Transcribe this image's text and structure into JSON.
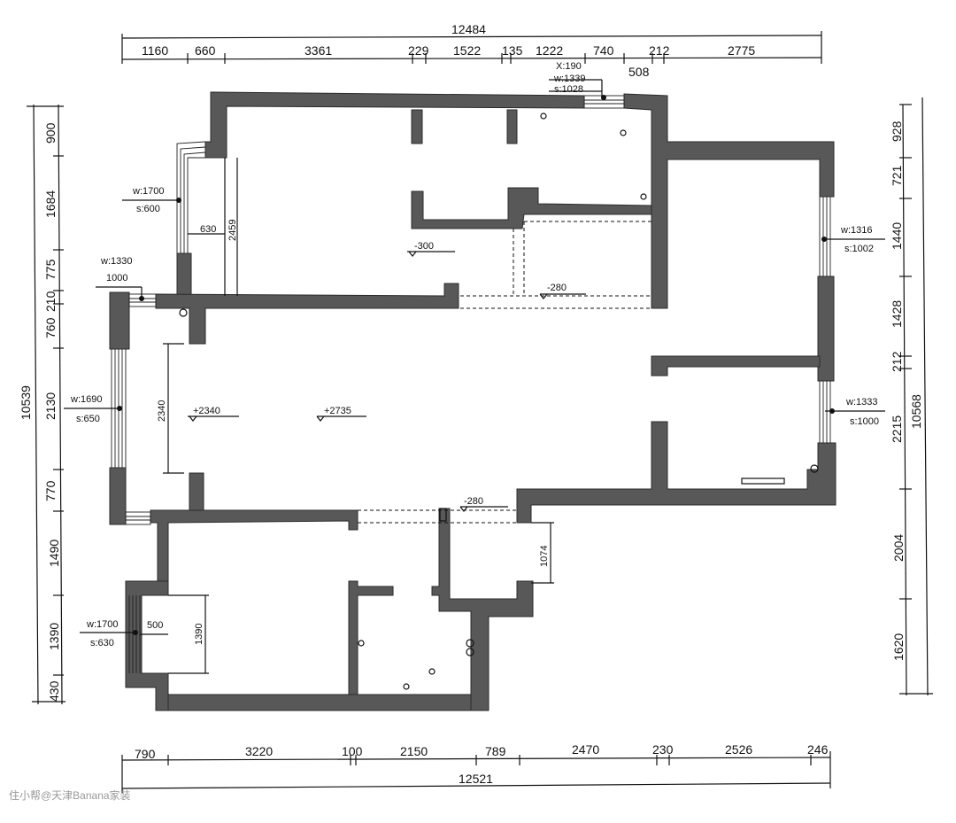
{
  "dimensions": {
    "top_total": "12484",
    "top_segments": [
      "1160",
      "660",
      "3361",
      "229",
      "1522",
      "135",
      "1222",
      "740",
      "212",
      "2775"
    ],
    "top_sub": "508",
    "bottom_segments": [
      "790",
      "3220",
      "100",
      "2150",
      "789",
      "2470",
      "230",
      "2526",
      "246"
    ],
    "bottom_total": "12521",
    "left_total": "10539",
    "left_segments": [
      "900",
      "1684",
      "775",
      "210",
      "760",
      "2130",
      "770",
      "1490",
      "1390",
      "430"
    ],
    "right_total": "10568",
    "right_segments": [
      "928",
      "721",
      "1440",
      "1428",
      "212",
      "2215",
      "2004",
      "1620"
    ],
    "inner": [
      "630",
      "2459",
      "2340",
      "1390",
      "500",
      "1074"
    ]
  },
  "windows": [
    {
      "w": "X:190",
      "h": "w:1339",
      "s": "s:1028"
    },
    {
      "w": "w:1700",
      "s": "s:600"
    },
    {
      "w": "w:1330",
      "s": "1000"
    },
    {
      "w": "w:1690",
      "s": "s:650"
    },
    {
      "w": "w:1316",
      "s": "s:1002"
    },
    {
      "w": "w:1333",
      "s": "s:1000"
    },
    {
      "w": "w:1700",
      "s": "s:630"
    }
  ],
  "levels": [
    "-300",
    "-280",
    "+2340",
    "+2735",
    "-280"
  ],
  "watermark": "住小帮@天津Banana家装"
}
